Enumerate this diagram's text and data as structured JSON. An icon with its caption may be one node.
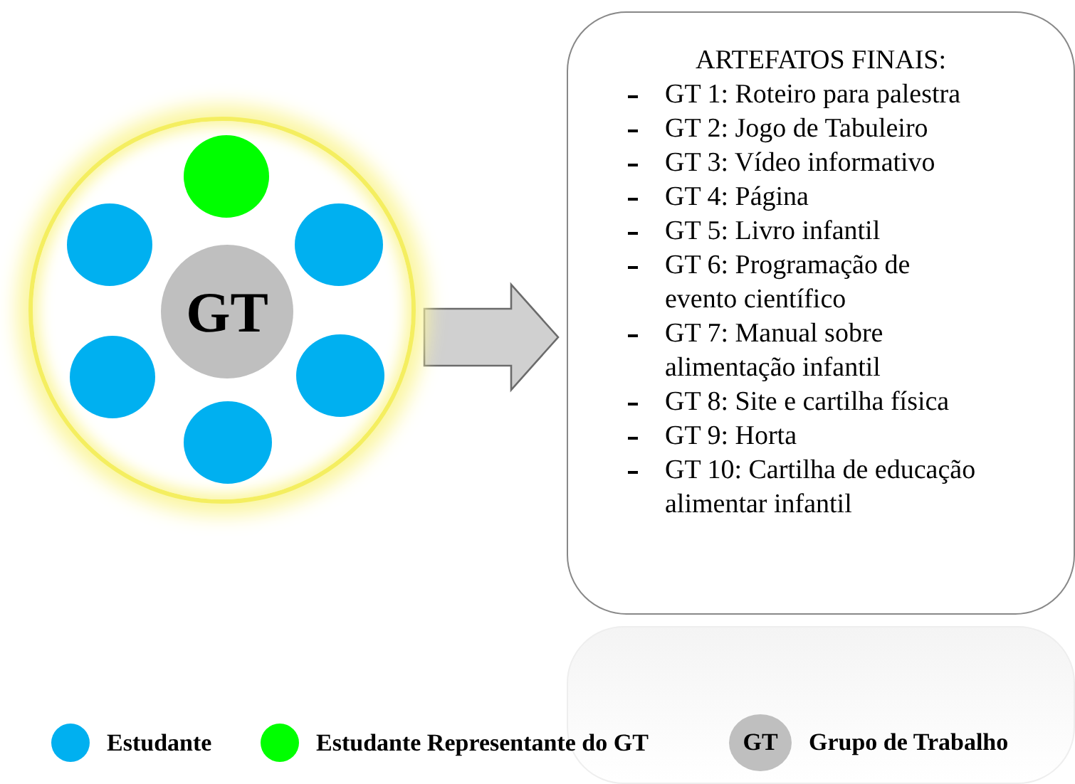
{
  "diagram": {
    "nodes": [
      {
        "text": [],
        "shape": "circle"
      },
      {
        "text": [],
        "shape": "circle",
        "in": 0
      },
      {
        "text": [],
        "shape": "circle",
        "in": 0
      },
      {
        "text": [],
        "shape": "circle",
        "in": 0
      },
      {
        "text": [
          "GT"
        ],
        "in": 0
      },
      {
        "text": [],
        "shape": "circle",
        "in": 0
      },
      {
        "text": [],
        "shape": "circle",
        "in": 0
      },
      {
        "text": [],
        "shape": "circle",
        "in": 0
      },
      {
        "text": [
          "ARTEFATOS FINAIS:",
          "GT 1: Roteiro para palestra",
          "GT 2: Jogo de Tabuleiro",
          "GT 3: Vídeo informativo",
          "GT 4: Página",
          "GT 5: Livro infantil",
          "GT 6: Programação de evento científico",
          "GT 7: Manual sobre alimentação infantil",
          "GT 8: Site e cartilha física",
          "GT 9: Horta",
          "GT 10: Cartilha de educação alimentar infantil"
        ]
      }
    ],
    "edges": [
      {
        "from": 0,
        "to": 8,
        "arrow": "to"
      }
    ],
    "labels": [
      "GT"
    ],
    "legend": [
      {
        "text": "Estudante",
        "color": "#00b0f0"
      },
      {
        "text": "Estudante Representante do GT",
        "color": "#00ff00"
      },
      {
        "text": "Grupo de Trabalho",
        "color": "#bfbfbf"
      }
    ]
  }
}
